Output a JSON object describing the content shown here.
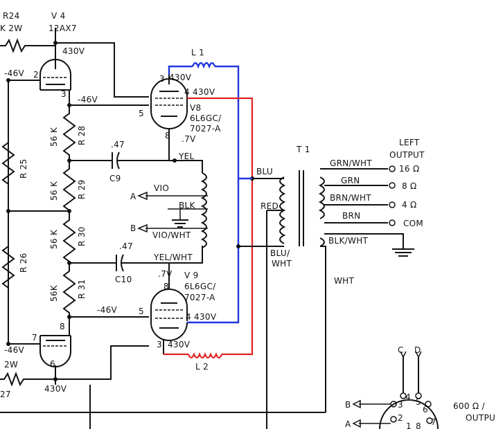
{
  "colors": {
    "background": "#ffffff",
    "ink": "#111111",
    "wire_blue": "#1f35e0",
    "wire_red": "#e02020"
  },
  "labels": {
    "r24_ref": "R24",
    "r24_value": "K 2W",
    "v4_ref": "V 4",
    "v4_type": "12AX7",
    "v4_plate_voltage": "430V",
    "v4_pin2_voltage": "-46V",
    "v4_pin2": "2",
    "v4_pin3": "3",
    "v4_pin3_voltage": "-46V",
    "l1": "L 1",
    "v8_pin3": "3",
    "v8_pin3_voltage": "430V",
    "v8_pin4_voltage": "4 430V",
    "v8_pin5": "5",
    "v8_ref": "V8",
    "v8_type1": "6L6GC/",
    "v8_type2": "7027-A",
    "v8_pin8": "8",
    "v8_cathode_voltage": ".7V",
    "r28_value": "56 K",
    "r28_ref": "R 28",
    "r25_ref": "R 25",
    "c9_value": ".47",
    "c9_ref": "C9",
    "yel": "YEL",
    "r29_value": "56 K",
    "r29_ref": "R 29",
    "vio": "VIO",
    "a_node": "A",
    "blk": "BLK",
    "r30_value": "56 K",
    "r30_ref": "R 30",
    "b_node": "B",
    "vio_wht": "VIO/WHT",
    "r26_ref": "R 26",
    "c10_value": ".47",
    "c10_ref": "C10",
    "yel_wht": "YEL/WHT",
    "r31_value": "56K",
    "r31_ref": "R 31",
    "v9_cathode_voltage": ".7V",
    "v9_ref": "V 9",
    "v9_pin8": "8",
    "v9_type1": "6L6GC/",
    "v9_type2": "7027-A",
    "v9_pin5_voltage": "-46V",
    "v9_pin5": "5",
    "v9_pin4_voltage": "4 430V",
    "v9_pin3": "3",
    "v9_pin3_voltage": "430V",
    "l2": "L 2",
    "v5_pin7": "7",
    "v5_pin8": "8",
    "v5_pin7_voltage": "-46V",
    "v5_pin6": "6",
    "v5_plate_voltage": "430V",
    "r27_value": "2W",
    "r27_ref": "27",
    "t1": "T 1",
    "blu": "BLU",
    "red": "RED",
    "blu_wht1": "BLU/",
    "blu_wht2": "WHT",
    "wht": "WHT",
    "grn_wht": "GRN/WHT",
    "grn": "GRN",
    "brn_wht": "BRN/WHT",
    "brn": "BRN",
    "blk_wht": "BLK/WHT",
    "left_output1": "LEFT",
    "left_output2": "OUTPUT",
    "tap_16": "16 Ω",
    "tap_8": "8 Ω",
    "tap_4": "4 Ω",
    "tap_com": "COM",
    "conn_c": "C",
    "conn_d": "D",
    "conn_b": "B",
    "conn_a": "A",
    "conn_pin3": "3",
    "conn_pin2": "2",
    "conn_pin4": "4",
    "conn_pin5": "5",
    "conn_pin6": "6",
    "conn_pin1": "1",
    "conn_pin8": "8",
    "conn_pin7": "7",
    "out600_1": "600 Ω /",
    "out600_2": "OUTPU"
  }
}
